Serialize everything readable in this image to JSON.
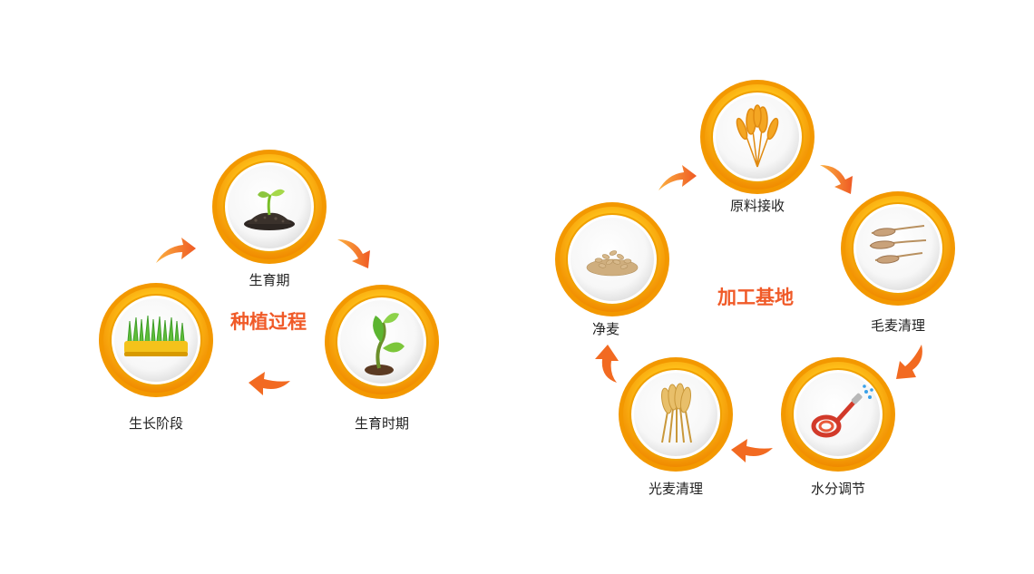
{
  "colors": {
    "ring_outer": "#f39800",
    "ring_inner": "#ffd23f",
    "arrow": "#f26a21",
    "title": "#f05a28",
    "label": "#222222"
  },
  "planting": {
    "title": "种植过程",
    "nodes": [
      {
        "label": "生育期",
        "icon": "seedling-in-soil-icon"
      },
      {
        "label": "生育时期",
        "icon": "sprout-plant-icon"
      },
      {
        "label": "生长阶段",
        "icon": "wheatgrass-tray-icon"
      }
    ]
  },
  "processing": {
    "title": "加工基地",
    "nodes": [
      {
        "label": "原料接收",
        "icon": "wheat-bundle-icon"
      },
      {
        "label": "毛麦清理",
        "icon": "wheat-ears-icon"
      },
      {
        "label": "水分调节",
        "icon": "water-hose-icon"
      },
      {
        "label": "光麦清理",
        "icon": "wheat-stalks-icon"
      },
      {
        "label": "净麦",
        "icon": "wheat-grains-icon"
      }
    ]
  }
}
